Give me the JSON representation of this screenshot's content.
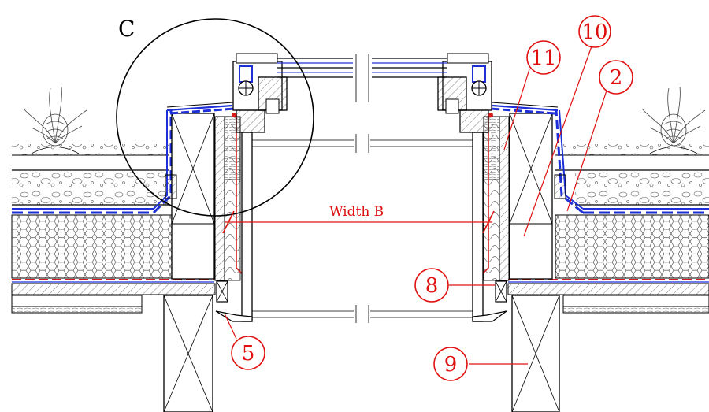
{
  "detail": {
    "detail_label": "C",
    "dimension_label": "Width B"
  },
  "callouts": [
    {
      "id": "11",
      "label": "11"
    },
    {
      "id": "10",
      "label": "10"
    },
    {
      "id": "2",
      "label": "2"
    },
    {
      "id": "8",
      "label": "8"
    },
    {
      "id": "5",
      "label": "5"
    },
    {
      "id": "9",
      "label": "9"
    }
  ],
  "colors": {
    "outline": "#000000",
    "membrane": "#1d2fd6",
    "vapour": "#d61d1d",
    "callout": "#e01010",
    "insulation": "#555555"
  }
}
